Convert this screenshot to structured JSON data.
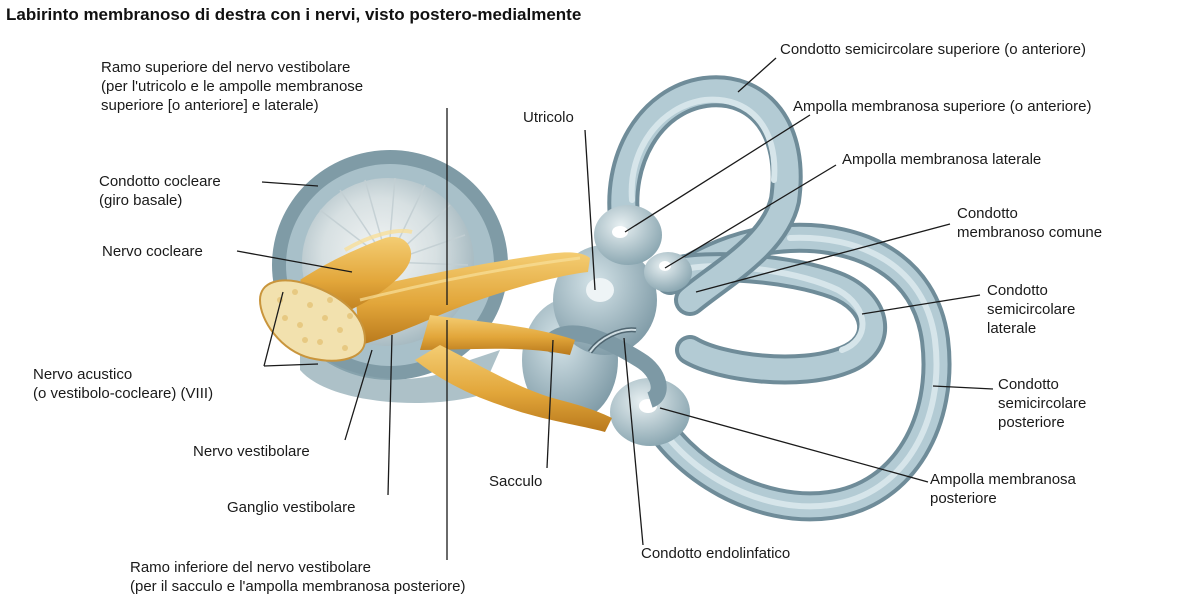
{
  "title": "Labirinto membranoso di destra con i nervi, visto postero-medialmente",
  "colors": {
    "membrane": "#9db7c2",
    "membrane_light": "#c8dbe2",
    "membrane_dark": "#6f8c99",
    "nerve": "#e2a63a",
    "nerve_light": "#f4cd73",
    "nerve_dark": "#b9791c",
    "leader": "#1a1a1a"
  },
  "labels": {
    "ramo_superiore": [
      "Ramo superiore del nervo vestibolare",
      "(per l'utricolo e le ampolle membranose",
      "superiore [o anteriore] e laterale)"
    ],
    "condotto_cocleare": [
      "Condotto cocleare",
      "(giro basale)"
    ],
    "nervo_cocleare": [
      "Nervo cocleare"
    ],
    "nervo_acustico": [
      "Nervo acustico",
      "(o vestibolo-cocleare) (VIII)"
    ],
    "nervo_vestibolare": [
      "Nervo vestibolare"
    ],
    "ganglio_vestibolare": [
      "Ganglio vestibolare"
    ],
    "ramo_inferiore": [
      "Ramo inferiore del nervo vestibolare",
      "(per il sacculo e l'ampolla membranosa posteriore)"
    ],
    "utricolo": [
      "Utricolo"
    ],
    "sacculo": [
      "Sacculo"
    ],
    "condotto_endolinfatico": [
      "Condotto endolinfatico"
    ],
    "condotto_sc_superiore": [
      "Condotto semicircolare superiore (o anteriore)"
    ],
    "ampolla_superiore": [
      "Ampolla membranosa superiore (o anteriore)"
    ],
    "ampolla_laterale": [
      "Ampolla membranosa laterale"
    ],
    "condotto_comune": [
      "Condotto",
      "membranoso comune"
    ],
    "condotto_sc_laterale": [
      "Condotto",
      "semicircolare",
      "laterale"
    ],
    "condotto_sc_posteriore": [
      "Condotto",
      "semicircolare",
      "posteriore"
    ],
    "ampolla_posteriore": [
      "Ampolla membranosa",
      "posteriore"
    ]
  }
}
